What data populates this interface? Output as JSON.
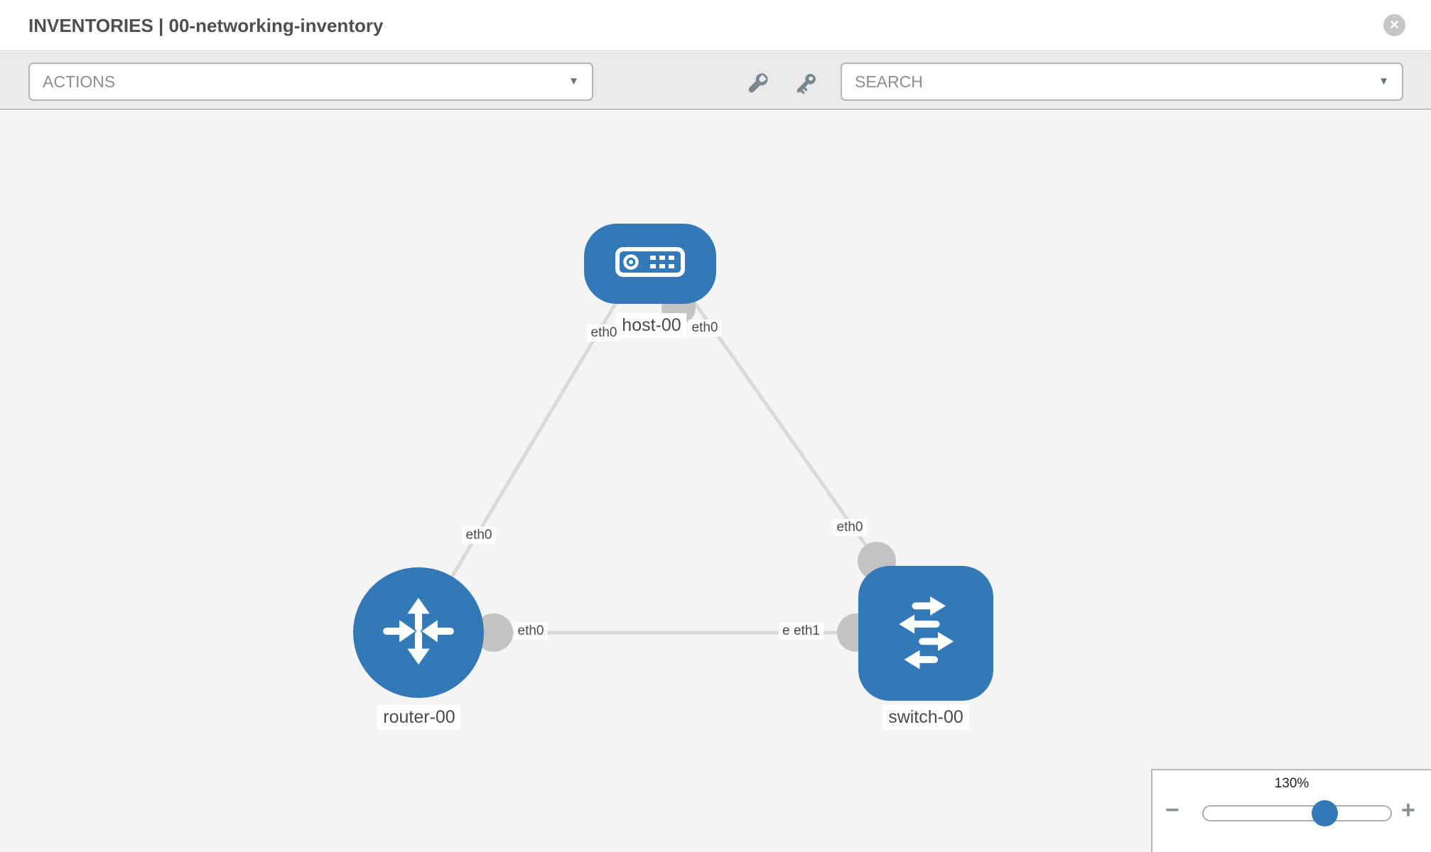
{
  "header": {
    "title": "INVENTORIES | 00-networking-inventory"
  },
  "toolbar": {
    "actions_dropdown": "ACTIONS",
    "search_dropdown": "SEARCH"
  },
  "icons": {
    "close_glyph": "×",
    "dropdown_caret_glyph": "▼",
    "zoom_out_glyph": "−",
    "zoom_in_glyph": "+",
    "toolbar_icons": [
      "wrench-icon",
      "key-icon"
    ],
    "node_icons": [
      "server-icon",
      "router-arrows-icon",
      "switch-arrows-icon"
    ]
  },
  "colors": {
    "node_blue": "#3379b7",
    "link_gray": "#d9d9d9",
    "port_gray": "#c3c3c3",
    "canvas_bg": "#f4f4f4",
    "toolbar_bg": "#eaeaea",
    "icon_gray": "#7b868c"
  },
  "topology": {
    "nodes": [
      {
        "label": "host-00",
        "type": "host"
      },
      {
        "label": "router-00",
        "type": "router"
      },
      {
        "label": "switch-00",
        "type": "switch"
      }
    ],
    "links": [
      {
        "from": "host-00",
        "to": "router-00",
        "from_port": "eth0",
        "to_port": "eth0"
      },
      {
        "from": "host-00",
        "to": "switch-00",
        "from_port": "eth0",
        "to_port": "eth0"
      },
      {
        "from": "router-00",
        "to": "switch-00",
        "from_port": "eth0",
        "to_port": "eth1",
        "to_port_overlapped": "eth0"
      }
    ]
  },
  "zoom_panel": {
    "value": "130%"
  }
}
